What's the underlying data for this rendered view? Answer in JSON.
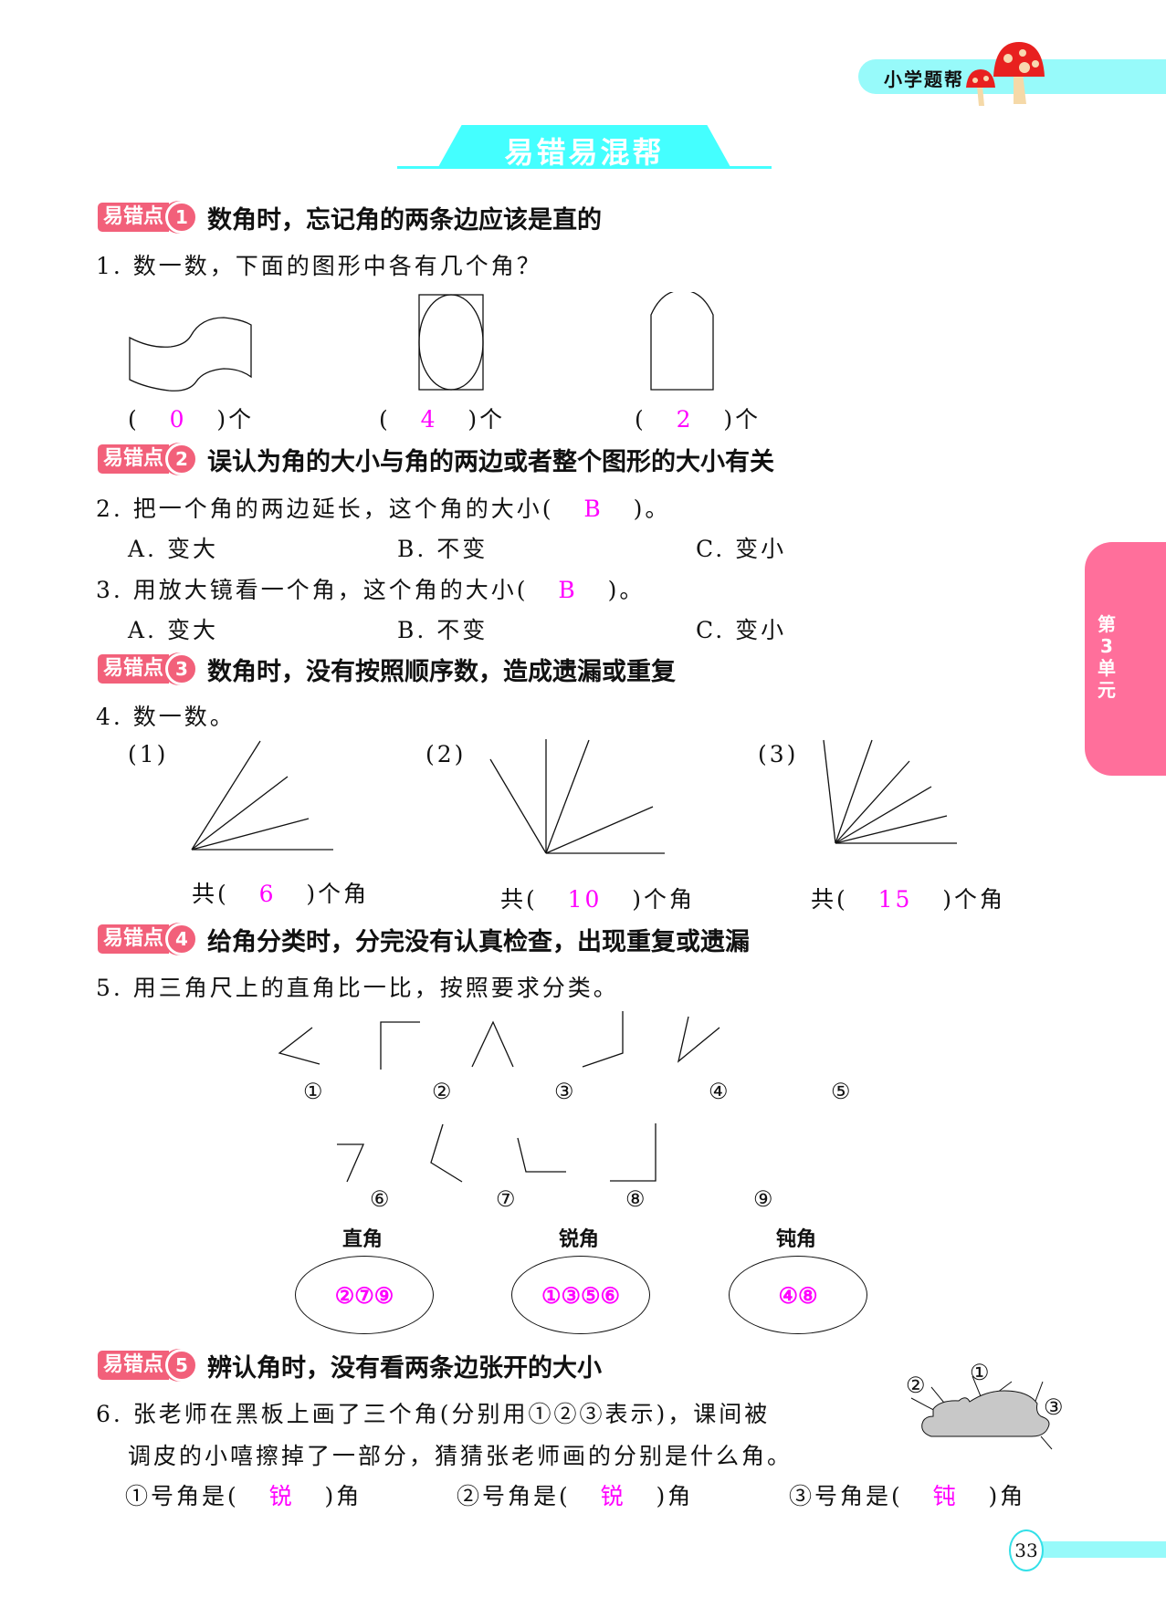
{
  "header": {
    "brand": "小学题帮",
    "title": "易错易混帮"
  },
  "side_tab": {
    "label_lines": [
      "第",
      "3",
      "单",
      "元"
    ]
  },
  "badge_label": "易错点",
  "colors": {
    "accent_cyan": "#44ffff",
    "badge_pink": "#f2607a",
    "side_pink": "#ff6f9b",
    "answer_magenta": "#ff00ff"
  },
  "sections": [
    {
      "num": "1",
      "title": "数角时，忘记角的两条边应该是直的",
      "questions": [
        {
          "text": "1. 数一数，下面的图形中各有几个角？",
          "figures": [
            {
              "shape": "wavy-shape",
              "answer": "0",
              "unit": "个"
            },
            {
              "shape": "circle-in-square",
              "answer": "4",
              "unit": "个"
            },
            {
              "shape": "arch-shape",
              "answer": "2",
              "unit": "个"
            }
          ]
        }
      ]
    },
    {
      "num": "2",
      "title": "误认为角的大小与角的两边或者整个图形的大小有关",
      "questions": [
        {
          "prefix": "2. 把一个角的两边延长，这个角的大小(",
          "answer": "B",
          "suffix": ")。",
          "options": [
            "A. 变大",
            "B. 不变",
            "C. 变小"
          ]
        },
        {
          "prefix": "3. 用放大镜看一个角，这个角的大小(",
          "answer": "B",
          "suffix": ")。",
          "options": [
            "A. 变大",
            "B. 不变",
            "C. 变小"
          ]
        }
      ]
    },
    {
      "num": "3",
      "title": "数角时，没有按照顺序数，造成遗漏或重复",
      "questions": [
        {
          "text": "4. 数一数。",
          "parts": [
            {
              "label": "(1)",
              "prefix": "共(",
              "answer": "6",
              "suffix": ")个角"
            },
            {
              "label": "(2)",
              "prefix": "共(",
              "answer": "10",
              "suffix": ")个角"
            },
            {
              "label": "(3)",
              "prefix": "共(",
              "answer": "15",
              "suffix": ")个角"
            }
          ]
        }
      ]
    },
    {
      "num": "4",
      "title": "给角分类时，分完没有认真检查，出现重复或遗漏",
      "questions": [
        {
          "text": "5. 用三角尺上的直角比一比，按照要求分类。",
          "angle_labels": [
            "①",
            "②",
            "③",
            "④",
            "⑤",
            "⑥",
            "⑦",
            "⑧",
            "⑨"
          ],
          "categories": [
            {
              "label": "直角",
              "answer": "②⑦⑨"
            },
            {
              "label": "锐角",
              "answer": "①③⑤⑥"
            },
            {
              "label": "钝角",
              "answer": "④⑧"
            }
          ]
        }
      ]
    },
    {
      "num": "5",
      "title": "辨认角时，没有看两条边张开的大小",
      "questions": [
        {
          "line1": "6. 张老师在黑板上画了三个角(分别用①②③表示)，课间被",
          "line2": "调皮的小嘻擦掉了一部分，猜猜张老师画的分别是什么角。",
          "figure_labels": [
            "①",
            "②",
            "③"
          ],
          "answers": [
            {
              "prefix": "①号角是(",
              "answer": "锐",
              "suffix": ")角"
            },
            {
              "prefix": "②号角是(",
              "answer": "锐",
              "suffix": ")角"
            },
            {
              "prefix": "③号角是(",
              "answer": "钝",
              "suffix": ")角"
            }
          ]
        }
      ]
    }
  ],
  "footer": {
    "page_number": "33"
  }
}
